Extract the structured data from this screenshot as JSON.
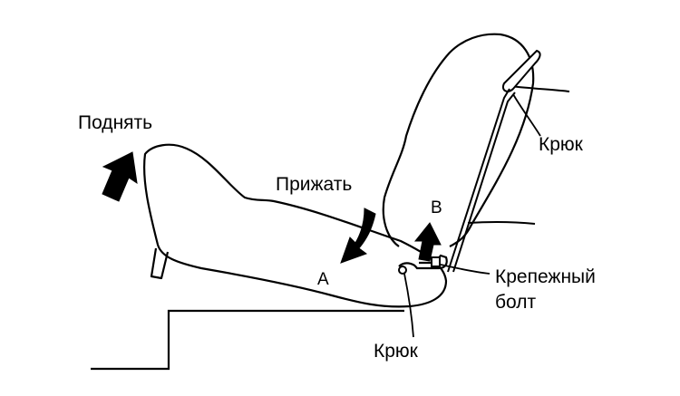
{
  "labels": {
    "lift": "Поднять",
    "press": "Прижать",
    "point_a": "A",
    "point_b": "B",
    "hook_top": "Крюк",
    "hook_bottom": "Крюк",
    "bolt_line1": "Крепежный",
    "bolt_line2": "болт"
  },
  "colors": {
    "ink": "#000000",
    "paper": "#ffffff"
  },
  "icons": {
    "lift_arrow": "arrow-up-icon",
    "press_arrow": "arrow-down-curved-icon",
    "b_arrow": "arrow-up-icon"
  }
}
